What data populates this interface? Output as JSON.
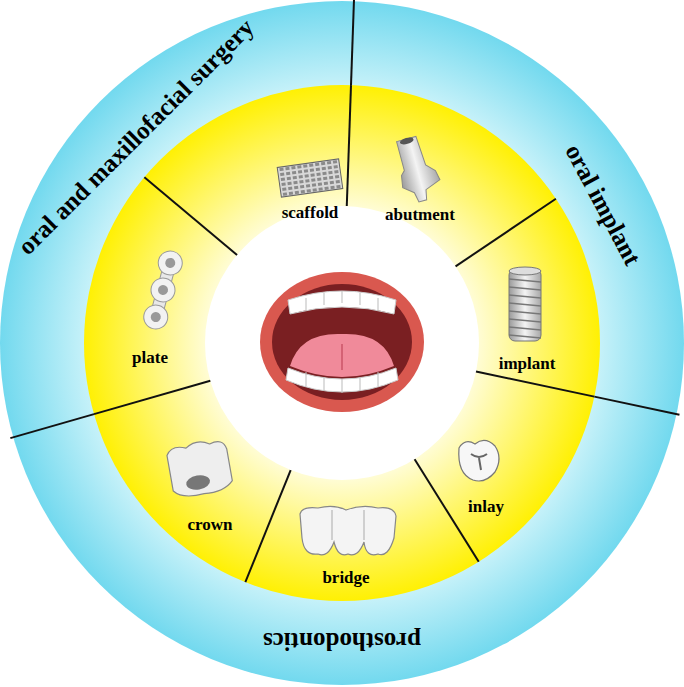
{
  "diagram": {
    "labels": [
      "oral and maxillofacial surgery",
      "oral implant",
      "prosthodontics",
      "scaffold",
      "abutment",
      "implant",
      "inlay",
      "bridge",
      "crown",
      "plate"
    ]
  }
}
